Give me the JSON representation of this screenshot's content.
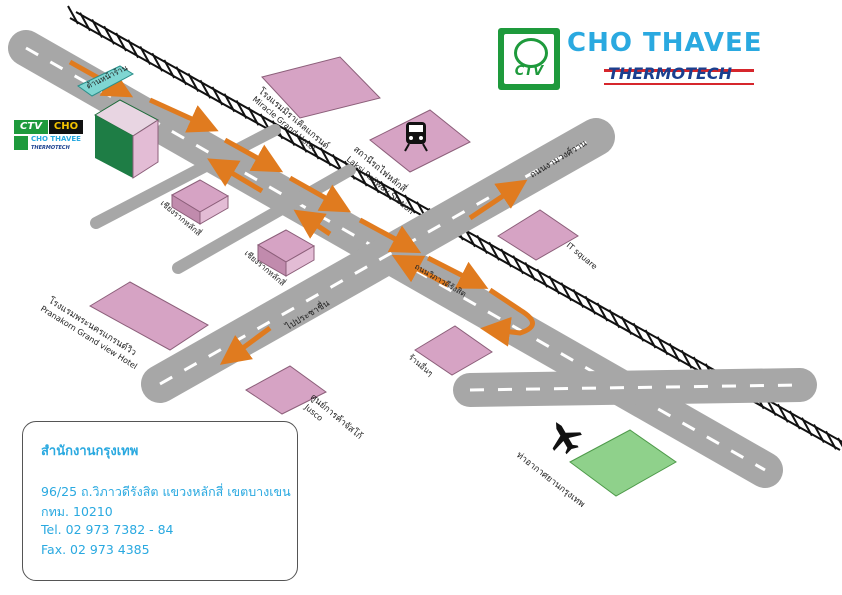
{
  "brand": {
    "logo_text": "CTV",
    "name": "CHO THAVEE",
    "subtitle": "THERMOTECH"
  },
  "mini_logo": {
    "ctv": "CTV",
    "cho": "CHO",
    "name": "CHO THAVEE",
    "sub": "THERMOTECH"
  },
  "labels": {
    "shop_sign": "ด้านหน้าร้าน",
    "miracle_th": "โรงแรมมิราเคิลแกรนด์",
    "miracle_en": "Miracle Grand Hotel",
    "station_th": "สถานีรถไฟหลักสี่",
    "station_en": "Laksi Railway Station",
    "ngamwongwan": "ถนนงามวงศ์วาน",
    "it_square": "IT square",
    "chiangrak_1": "เชียงรากหลักสี่",
    "chiangrak_2": "เชียงรากหลักสี่",
    "vibhavadi": "ถนนวิภาวดีรังสิต",
    "prachachuen": "ไปประชาชื่น",
    "pranakorn_th": "โรงแรมพระนครแกรนด์วิว",
    "pranakorn_en": "Pranakorn Grand view Hotel",
    "shop_right": "ร้านอื่นๆ",
    "jusco_th": "ศูนย์การค้าจัสโก้",
    "jusco_en": "Jusco",
    "airport": "ท่าอากาศยานกรุงเทพ"
  },
  "office": {
    "title": "สำนักงานกรุงเทพ",
    "address": "96/25 ถ.วิภาวดีรังสิต แขวงหลักสี่ เขตบางเขน",
    "city": "กทม. 10210",
    "tel": "Tel. 02 973 7382 - 84",
    "fax": "Fax. 02 973 4385"
  },
  "colors": {
    "road": "#a7a7a7",
    "road_mark": "#ffffff",
    "arrow": "#e07b1f",
    "building": "#d6a3c4",
    "building_edge": "#8c5f7a",
    "green_area": "#8fd18b",
    "brand_green": "#1e9a3c",
    "brand_blue": "#2aa9e0",
    "brand_red": "#d6262c"
  },
  "icons": [
    "train-icon",
    "airplane-icon",
    "office-building-icon",
    "ctv-logo-icon"
  ]
}
